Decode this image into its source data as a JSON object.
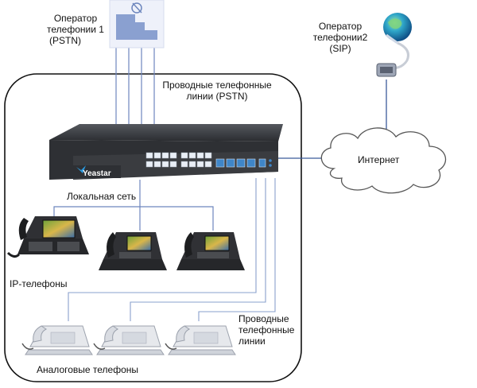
{
  "labels": {
    "pstn_operator": [
      "Оператор",
      "телефонии 1",
      "(PSTN)"
    ],
    "sip_operator": [
      "Оператор",
      "телефонии2",
      "(SIP)"
    ],
    "wired_pstn_lines": [
      "Проводные телефонные",
      "линии (PSTN)"
    ],
    "internet": "Интернет",
    "brand": "Yeastar",
    "lan": "Локальная сеть",
    "ip_phones": "IP-телефоны",
    "wired_lines": [
      "Проводные",
      "телефонные",
      "линии"
    ],
    "analog_phones": "Аналоговые телефоны"
  },
  "colors": {
    "line": "#5b7db8",
    "wan_line": "#3b5b9a",
    "enclosure": "#111111",
    "pbx_body": "#2d2f33",
    "pbx_front": "#3a3c40",
    "port_blue": "#3f86c8",
    "building": "#8aa0d0",
    "cloud_stroke": "#555555"
  },
  "icons": {
    "pstn_operator": "office-building-icon",
    "sip_operator": "globe-with-cable-icon",
    "internet": "cloud-icon",
    "pbx": "ip-pbx-switch-icon",
    "ip_phone": "ip-desk-phone-icon",
    "analog_phone": "analog-desk-phone-icon"
  }
}
